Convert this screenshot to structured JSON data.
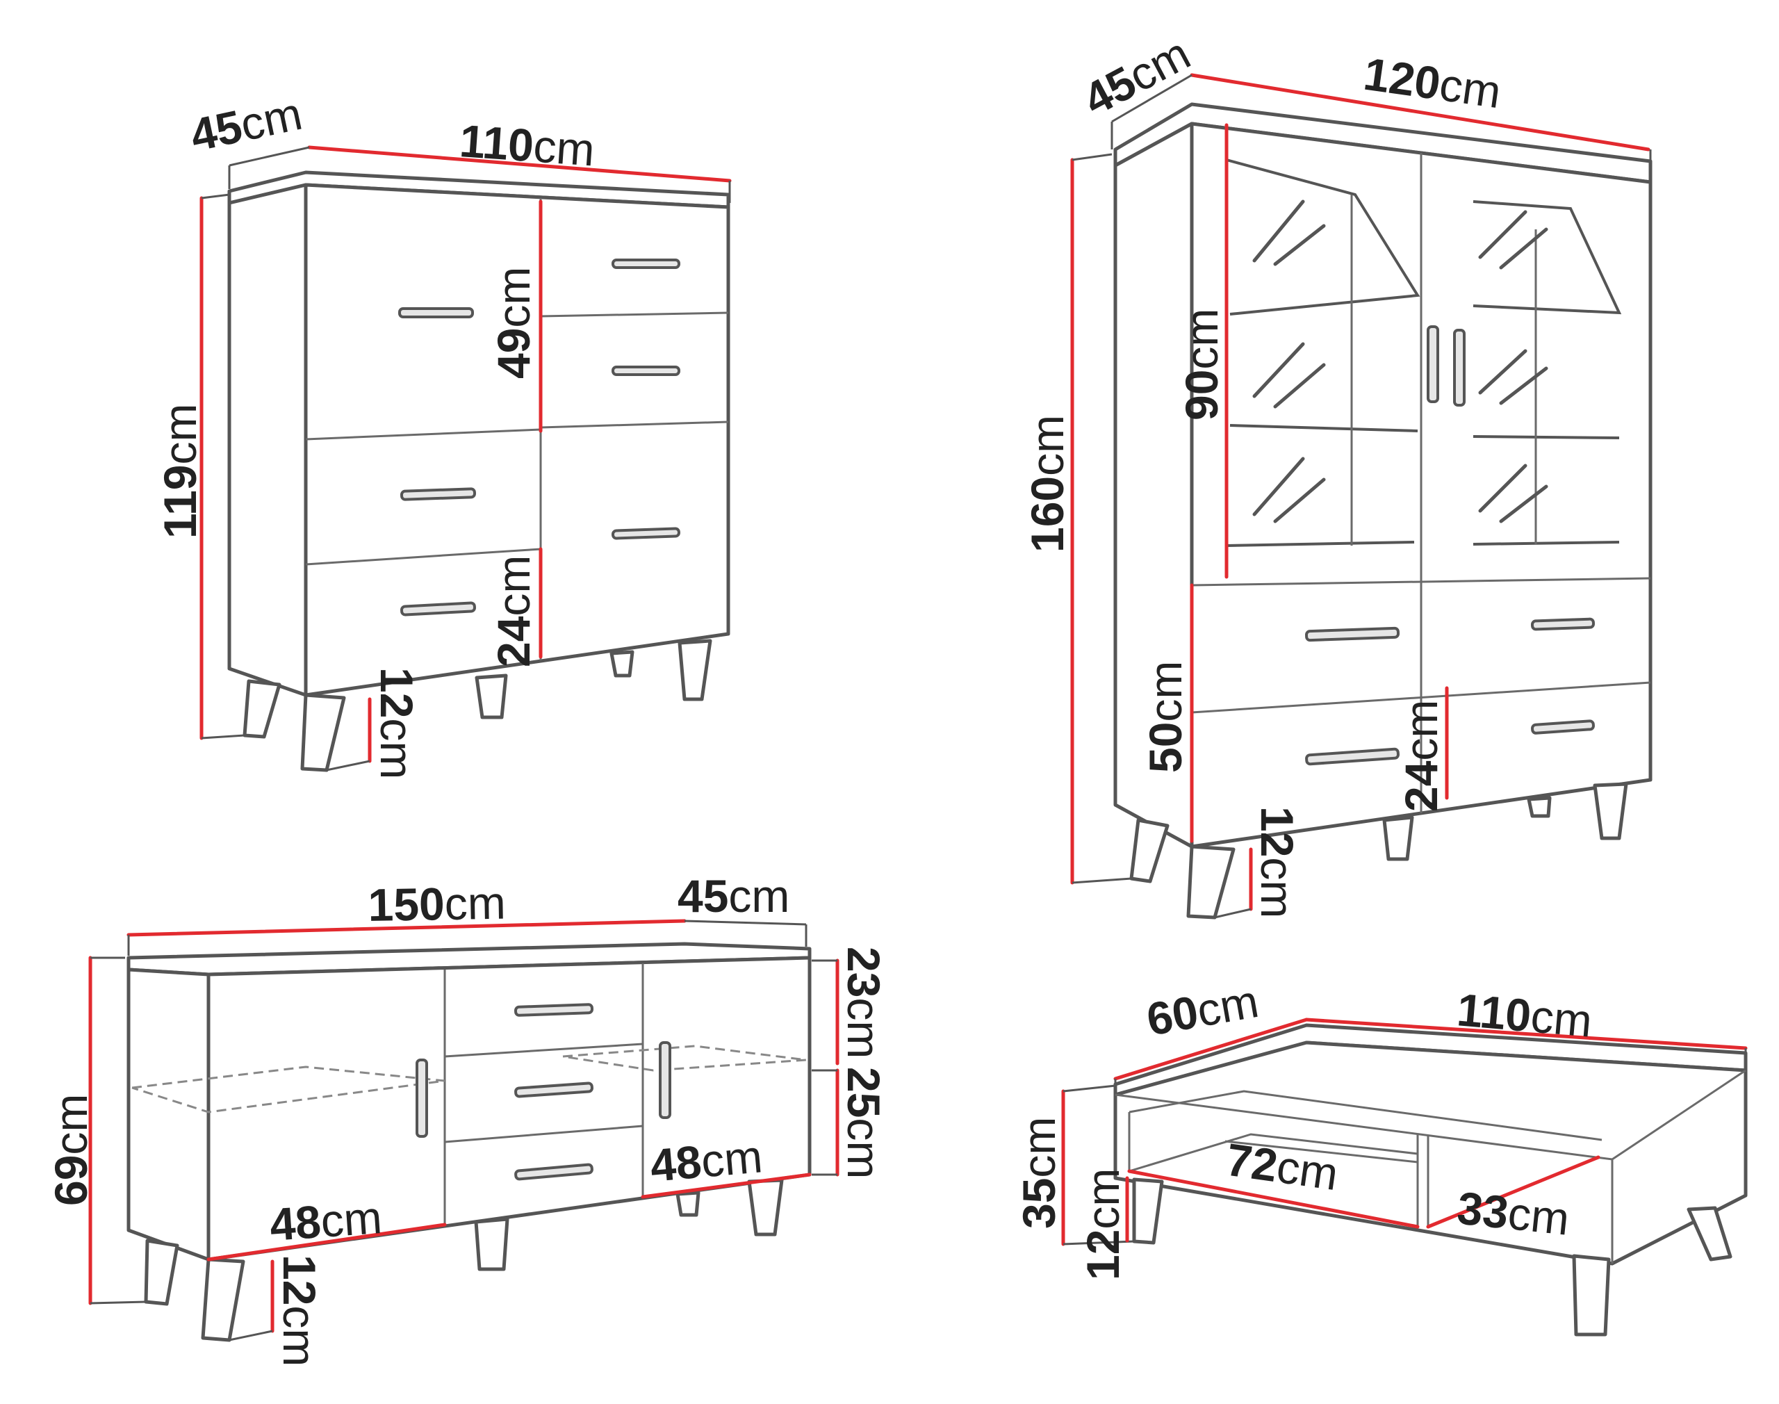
{
  "accent_color": "#e22a2f",
  "outline_color": "#555555",
  "highboard": {
    "width": {
      "num": "110",
      "unit": "cm"
    },
    "depth": {
      "num": "45",
      "unit": "cm"
    },
    "height": {
      "num": "119",
      "unit": "cm"
    },
    "upper_section": {
      "num": "49",
      "unit": "cm"
    },
    "drawer": {
      "num": "24",
      "unit": "cm"
    },
    "leg": {
      "num": "12",
      "unit": "cm"
    }
  },
  "vitrine": {
    "width": {
      "num": "120",
      "unit": "cm"
    },
    "depth": {
      "num": "45",
      "unit": "cm"
    },
    "height": {
      "num": "160",
      "unit": "cm"
    },
    "glass_section": {
      "num": "90",
      "unit": "cm"
    },
    "lower_section": {
      "num": "50",
      "unit": "cm"
    },
    "drawer": {
      "num": "24",
      "unit": "cm"
    },
    "leg": {
      "num": "12",
      "unit": "cm"
    }
  },
  "sideboard": {
    "width": {
      "num": "150",
      "unit": "cm"
    },
    "depth": {
      "num": "45",
      "unit": "cm"
    },
    "height": {
      "num": "69",
      "unit": "cm"
    },
    "top_compartment": {
      "num": "23",
      "unit": "cm"
    },
    "lower_compartment": {
      "num": "25",
      "unit": "cm"
    },
    "left_door": {
      "num": "48",
      "unit": "cm"
    },
    "right_door": {
      "num": "48",
      "unit": "cm"
    },
    "leg": {
      "num": "12",
      "unit": "cm"
    }
  },
  "coffee_table": {
    "width": {
      "num": "110",
      "unit": "cm"
    },
    "depth": {
      "num": "60",
      "unit": "cm"
    },
    "height": {
      "num": "35",
      "unit": "cm"
    },
    "leg": {
      "num": "12",
      "unit": "cm"
    },
    "shelf_inner": {
      "num": "72",
      "unit": "cm"
    },
    "shelf_side": {
      "num": "33",
      "unit": "cm"
    }
  }
}
